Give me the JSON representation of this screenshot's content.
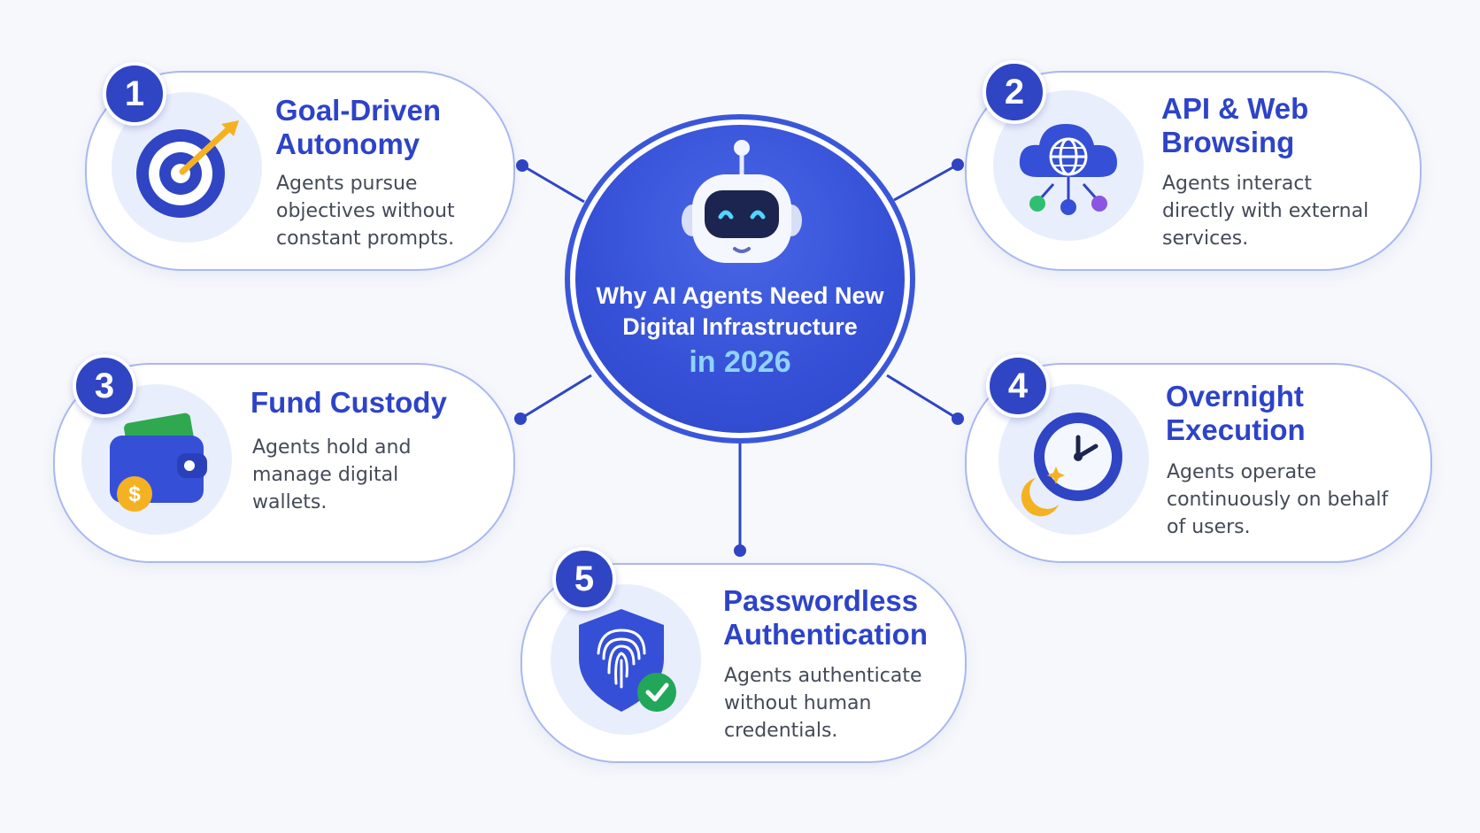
{
  "center": {
    "title": "Why AI Agents Need New Digital Infrastructure",
    "year": "in 2026",
    "icon": "robot-icon"
  },
  "colors": {
    "primary": "#3550d6",
    "title": "#2d43c8",
    "accent": "#8fd3ff",
    "card_border": "#a9b8ef"
  },
  "cards": [
    {
      "number": "1",
      "title": "Goal-Driven Autonomy",
      "description": "Agents pursue objectives without constant prompts.",
      "icon": "target-icon"
    },
    {
      "number": "2",
      "title": "API & Web Browsing",
      "description": "Agents interact directly with external services.",
      "icon": "cloud-network-icon"
    },
    {
      "number": "3",
      "title": "Fund Custody",
      "description": "Agents hold and manage digital wallets.",
      "icon": "wallet-icon"
    },
    {
      "number": "4",
      "title": "Overnight Execution",
      "description": "Agents operate continuously on behalf of users.",
      "icon": "clock-moon-icon"
    },
    {
      "number": "5",
      "title": "Passwordless Authentication",
      "description": "Agents authenticate without human credentials.",
      "icon": "fingerprint-shield-icon"
    }
  ]
}
